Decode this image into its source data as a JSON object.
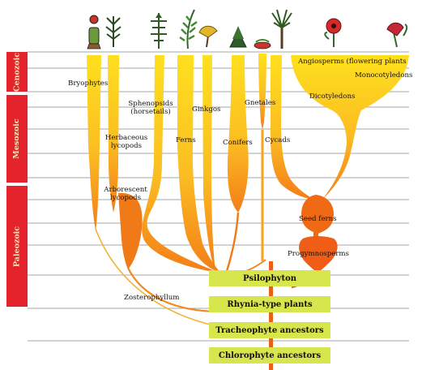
{
  "eras": {
    "cenozoic": "Cenozoic",
    "mesozoic": "Mesozoic",
    "paleozoic": "Paleozoic"
  },
  "groups": {
    "bryophytes": "Bryophytes",
    "herbaceous_lycopods": "Herbaceous\nlycopods",
    "arborescent_lycopods": "Arborescent\nlycopods",
    "sphenopsids": "Sphenopsids\n(horsetails)",
    "ferns": "Ferns",
    "ginkgos": "Ginkgos",
    "conifers": "Conifers",
    "gnetales": "Gnetales",
    "cycads": "Cycads",
    "angiosperms": "Angiosperms (flowering plants",
    "monocotyledons": "Monocotyledons",
    "dicotyledons": "Dicotyledons",
    "seed_ferns": "Seed ferns",
    "progymnosperms": "Progymnosperms",
    "zosterophyllum": "Zosterophyllum"
  },
  "ancestors": {
    "psilophyton": "Psilophyton",
    "rhynia": "Rhynia-type plants",
    "tracheophyte": "Tracheophyte ancestors",
    "chlorophyte": "Chlorophyte ancestors"
  },
  "colors": {
    "era_red": "#e4232a",
    "box_green": "#d7e64d",
    "trunk_orange": "#e8611a",
    "lineage_yellow": "#fdd41d",
    "lineage_orange": "#f07a18"
  }
}
